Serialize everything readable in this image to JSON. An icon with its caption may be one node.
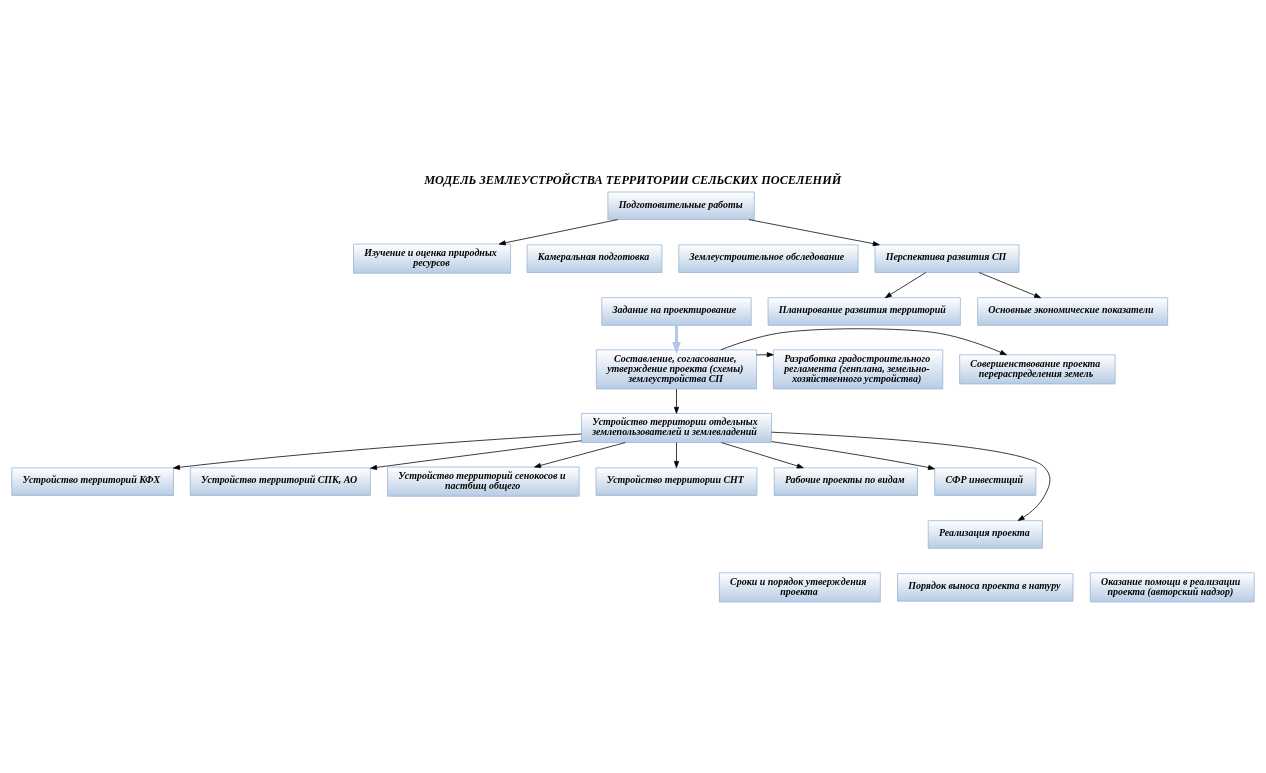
{
  "diagram": {
    "title": "МОДЕЛЬ ЗЕМЛЕУСТРОЙСТВА ТЕРРИТОРИИ СЕЛЬСКИХ ПОСЕЛЕНИЙ",
    "nodes": [
      {
        "text": [
          "Подготовительные работы"
        ]
      },
      {
        "text": [
          "Камеральная подготовка"
        ]
      },
      {
        "text": [
          "Землеустроительное обследование"
        ]
      },
      {
        "text": [
          "Задание на проектирование"
        ]
      },
      {
        "text": [
          "Изучение и оценка природных ресурсов"
        ]
      },
      {
        "text": [
          "Перспектива развития СП"
        ]
      },
      {
        "text": [
          "Планирование развития территорий"
        ]
      },
      {
        "text": [
          "Основные экономические показатели"
        ]
      },
      {
        "text": [
          "Составление, согласование, утверждение проекта (схемы) землеустройства СП"
        ]
      },
      {
        "text": [
          "Совершенствование проекта перераспределения земель"
        ]
      },
      {
        "text": [
          "Разработка градостроительного регламента (генплана, земельно-хозяйственного устройства)"
        ]
      },
      {
        "text": [
          "Устройство территории отдельных землепользователей и землевладений"
        ]
      },
      {
        "text": [
          "Устройство территорий КФХ"
        ]
      },
      {
        "text": [
          "Устройство территорий СПК, АО"
        ]
      },
      {
        "text": [
          "Устройство территорий сенокосов и пастбищ общего"
        ]
      },
      {
        "text": [
          "Устройство территории СНТ"
        ]
      },
      {
        "text": [
          "Рабочие проекты по видам"
        ]
      },
      {
        "text": [
          "СФР инвестиций"
        ]
      },
      {
        "text": [
          "Реализация проекта"
        ]
      },
      {
        "text": [
          "Сроки и порядок утверждения проекта"
        ]
      },
      {
        "text": [
          "Порядок выноса проекта в натуру"
        ]
      },
      {
        "text": [
          "Оказание помощи в реализации проекта (авторский надзор)"
        ]
      }
    ],
    "edges": [
      {
        "from": 0,
        "to": 4,
        "arrow": "to"
      },
      {
        "from": 0,
        "to": 5,
        "arrow": "to"
      },
      {
        "from": 3,
        "to": 8,
        "arrow": "to",
        "style": "thick",
        "color": "#b4c7e7"
      },
      {
        "from": 5,
        "to": 6,
        "arrow": "to"
      },
      {
        "from": 5,
        "to": 7,
        "arrow": "to"
      },
      {
        "from": 8,
        "to": 9,
        "arrow": "to"
      },
      {
        "from": 8,
        "to": 10,
        "arrow": "to"
      },
      {
        "from": 8,
        "to": 11,
        "arrow": "to"
      },
      {
        "from": 11,
        "to": 12,
        "arrow": "to"
      },
      {
        "from": 11,
        "to": 13,
        "arrow": "to"
      },
      {
        "from": 11,
        "to": 14,
        "arrow": "to"
      },
      {
        "from": 11,
        "to": 15,
        "arrow": "to"
      },
      {
        "from": 11,
        "to": 16,
        "arrow": "to"
      },
      {
        "from": 11,
        "to": 17,
        "arrow": "to"
      },
      {
        "from": 11,
        "to": 18,
        "arrow": "to"
      }
    ]
  }
}
